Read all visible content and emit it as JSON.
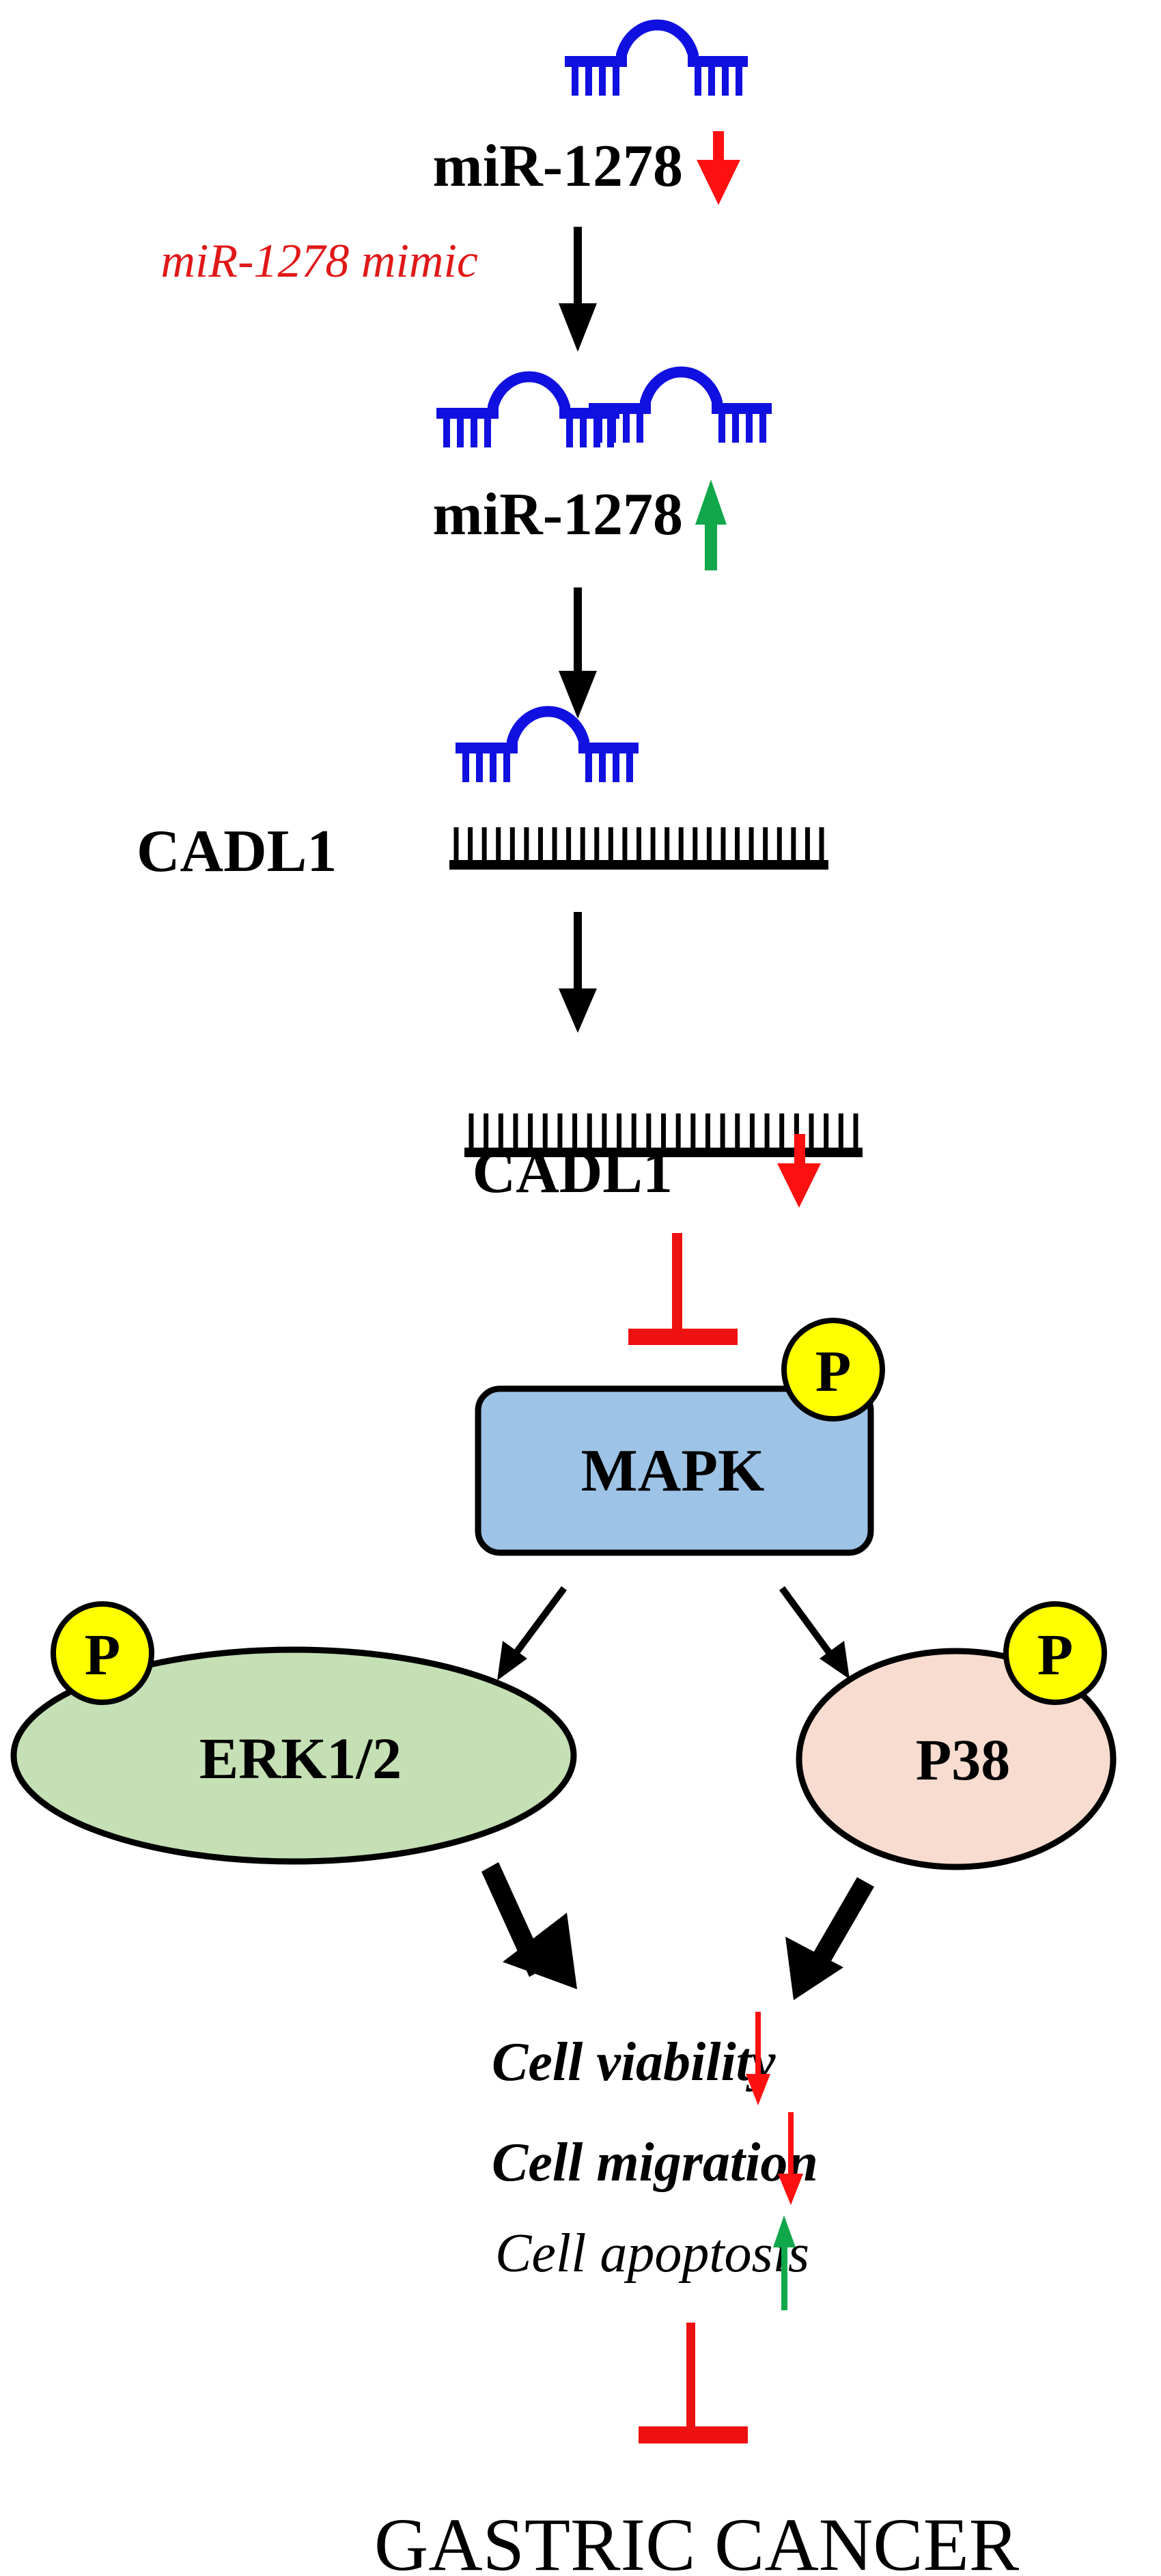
{
  "colors": {
    "mirna": "#1010e0",
    "black": "#000000",
    "down_red": "#ff1010",
    "up_green": "#10a84a",
    "mimic_red": "#e01818",
    "inhibit_red": "#ee1111",
    "mapk_fill": "#9dc3e6",
    "erk_fill": "#c5e0b4",
    "p38_fill": "#f8dccf",
    "phospho_fill": "#ffff00"
  },
  "nodes": {
    "mir_low": {
      "label": "miR-1278",
      "trend": "down"
    },
    "mimic": {
      "label": "miR-1278 mimic"
    },
    "mir_high": {
      "label": "miR-1278",
      "trend": "up"
    },
    "cadl1_bound": {
      "label": "CADL1"
    },
    "cadl1_low": {
      "label": "CADL1",
      "trend": "down"
    },
    "mapk": {
      "label": "MAPK",
      "phospho": "P"
    },
    "erk": {
      "label": "ERK1/2",
      "phospho": "P"
    },
    "p38": {
      "label": "P38",
      "phospho": "P"
    }
  },
  "outcomes": [
    {
      "label": "Cell viability",
      "trend": "down"
    },
    {
      "label": "Cell migration",
      "trend": "down"
    },
    {
      "label": "Cell apoptosis",
      "trend": "up"
    }
  ],
  "final": {
    "label": "GASTRIC CANCER"
  },
  "edges": [
    {
      "from": "mir_low",
      "to": "mir_high",
      "type": "activation",
      "label_ref": "mimic"
    },
    {
      "from": "mir_high",
      "to": "cadl1_bound",
      "type": "activation"
    },
    {
      "from": "cadl1_bound",
      "to": "cadl1_low",
      "type": "activation"
    },
    {
      "from": "cadl1_low",
      "to": "mapk",
      "type": "inhibition"
    },
    {
      "from": "mapk",
      "to": "erk",
      "type": "activation"
    },
    {
      "from": "mapk",
      "to": "p38",
      "type": "activation"
    },
    {
      "from": "erk",
      "to": "outcomes",
      "type": "activation"
    },
    {
      "from": "p38",
      "to": "outcomes",
      "type": "activation"
    },
    {
      "from": "outcomes",
      "to": "final",
      "type": "inhibition"
    }
  ]
}
